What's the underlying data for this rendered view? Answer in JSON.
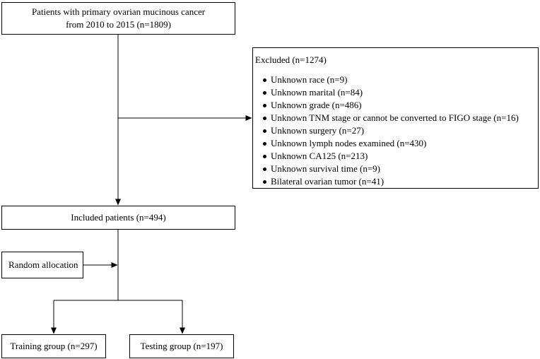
{
  "start": {
    "line1": "Patients with primary ovarian mucinous cancer",
    "line2": "from 2010 to 2015 (n=1809)"
  },
  "excluded": {
    "title": "Excluded (n=1274)",
    "items": [
      "Unknown race (n=9)",
      "Unknown marital (n=84)",
      "Unknown grade (n=486)",
      "Unknown TNM stage or cannot be converted to FIGO stage (n=16)",
      "Unknown surgery (n=27)",
      "Unknown lymph nodes examined (n=430)",
      "Unknown CA125 (n=213)",
      "Unknown survival time (n=9)",
      "Bilateral ovarian tumor (n=41)"
    ]
  },
  "included": {
    "label": "Included patients (n=494)"
  },
  "random": {
    "label": "Random allocation"
  },
  "training": {
    "label": "Training group (n=297)"
  },
  "testing": {
    "label": "Testing group (n=197)"
  }
}
